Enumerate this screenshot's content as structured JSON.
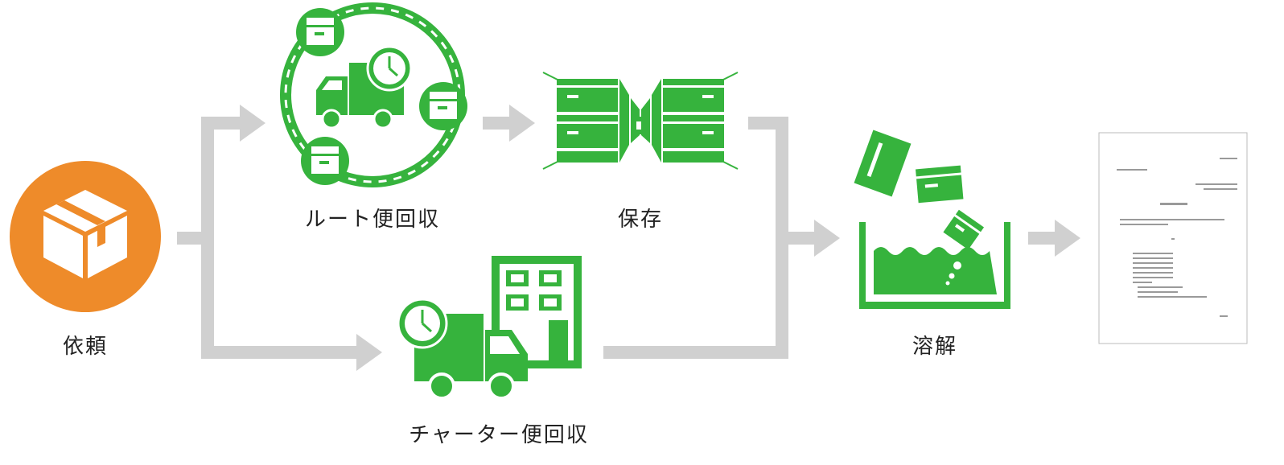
{
  "steps": {
    "request": "依頼",
    "route": "ルート便回収",
    "charter": "チャーター便回収",
    "storage": "保存",
    "dissolve": "溶解"
  },
  "colors": {
    "green": "#36b33d",
    "orange": "#ee8b2a",
    "arrow": "#d0d0d0",
    "text": "#222222"
  },
  "icons": {
    "request": "package-icon",
    "route": "route-truck-icon",
    "charter": "charter-truck-icon",
    "storage": "storage-boxes-icon",
    "dissolve": "dissolve-tank-icon",
    "certificate": "certificate-document-icon"
  }
}
